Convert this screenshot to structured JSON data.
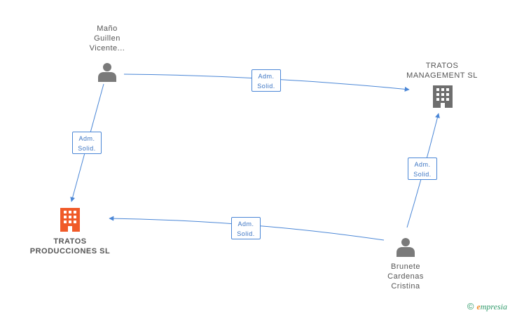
{
  "nodes": {
    "person_top": {
      "label": "Maño\nGuillen\nVicente..."
    },
    "company_top": {
      "label": "TRATOS\nMANAGEMENT SL"
    },
    "company_main": {
      "label": "TRATOS\nPRODUCCIONES SL"
    },
    "person_bottom": {
      "label": "Brunete\nCardenas\nCristina"
    }
  },
  "edges": {
    "top": {
      "label_line1": "Adm.",
      "label_line2": "Solid."
    },
    "left": {
      "label_line1": "Adm.",
      "label_line2": "Solid."
    },
    "right": {
      "label_line1": "Adm.",
      "label_line2": "Solid."
    },
    "bottom": {
      "label_line1": "Adm.",
      "label_line2": "Solid."
    }
  },
  "colors": {
    "edge": "#4a86d6",
    "person_icon": "#7a7a7a",
    "company_icon": "#6e6e6e",
    "main_company_icon": "#f05a28"
  },
  "icons": {
    "person": "person-icon",
    "company": "building-icon"
  },
  "watermark": {
    "copyright": "©",
    "brand_first": "e",
    "brand_rest": "mpresia"
  }
}
